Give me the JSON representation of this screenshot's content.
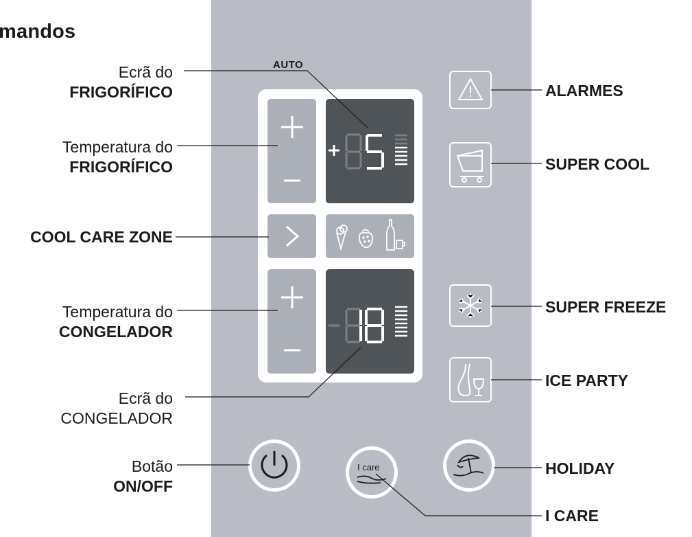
{
  "heading": "mandos",
  "display": {
    "auto_label": "AUTO",
    "care_text": "I care"
  },
  "left_labels": {
    "fridge_screen": {
      "line1": "Ecrã do",
      "line2": "FRIGORÍFICO"
    },
    "fridge_temp": {
      "line1": "Temperatura do",
      "line2": "FRIGORÍFICO"
    },
    "cool_care_zone": {
      "line1": "COOL CARE ZONE"
    },
    "freezer_temp": {
      "line1": "Temperatura do",
      "line2": "CONGELADOR"
    },
    "freezer_screen": {
      "line1": "Ecrã do",
      "line2": "CONGELADOR"
    },
    "on_off": {
      "line1": "Botão",
      "line2": "ON/OFF"
    }
  },
  "right_labels": {
    "alarms": "ALARMES",
    "super_cool": "SUPER COOL",
    "super_freeze": "SUPER FREEZE",
    "ice_party": "ICE PARTY",
    "holiday": "HOLIDAY",
    "i_care": "I CARE"
  },
  "colors": {
    "panel": "#b9bcc4",
    "tile": "#abafb8",
    "screen": "#4f5458",
    "segment_dim": "#7b8186",
    "text": "#1b1b1b"
  },
  "icons": {
    "plus": "plus-icon",
    "minus": "minus-icon",
    "chevron": "chevron-right-icon",
    "alarm": "warning-triangle-icon",
    "super_cool": "shopping-cart-icon",
    "super_freeze": "snowflake-icon",
    "ice_party": "bottle-glass-icon",
    "holiday": "beach-umbrella-icon",
    "power": "power-icon",
    "i_care": "hand-icon"
  }
}
